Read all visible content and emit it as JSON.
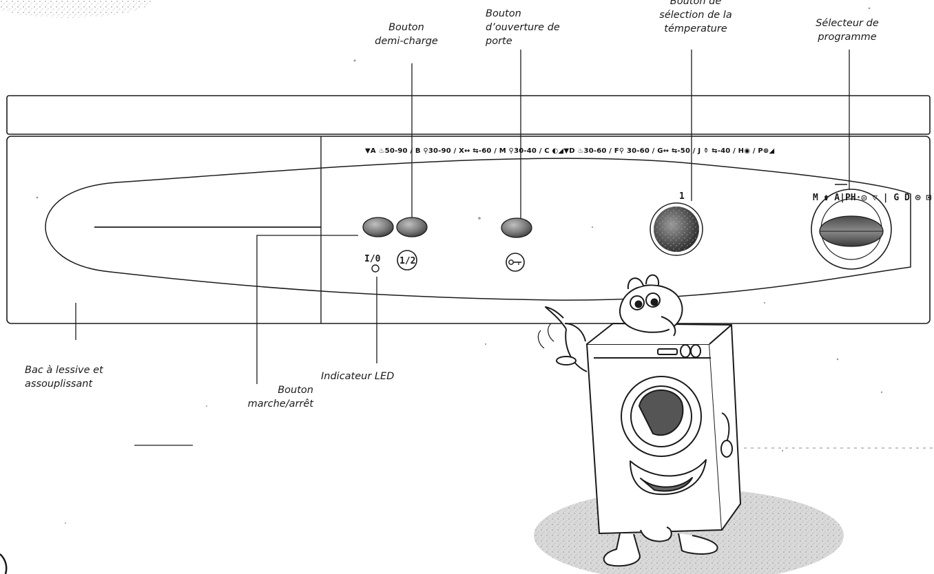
{
  "labels": {
    "half_load": [
      "Bouton",
      "demi-charge"
    ],
    "door_open": [
      "Bouton",
      "d’ouverture de",
      "porte"
    ],
    "temperature": [
      "Bouton de",
      "sélection de la",
      "témperature"
    ],
    "program": [
      "Sélecteur de",
      "programme"
    ],
    "detergent": [
      "Bac à lessive et",
      "assouplissant"
    ],
    "power": [
      "Bouton",
      "marche/arrêt"
    ],
    "led": [
      "Indicateur LED"
    ]
  },
  "panel": {
    "program_strip": "▼A ♨50-90 / B ⚲30-90 / X↔ ⇆-60 / M ⚲30-40 / C ◐◢▼D ♨30-60 / F⚲ 30-60 / G↔ ⇆-50 / J ⚱ ⇆-40 / H◉ / P⊕◢",
    "power_marking": "I/0",
    "half_load_marking": "1/2",
    "temperature_tick": "1",
    "dial_ring_text": "M  ⚱  A|PH·◎  ▽  |  G  D  ⊙  ⊡  ◁"
  },
  "colors": {
    "line": "#1a1a1a",
    "button_fill": "#8a8a8a",
    "button_dark": "#4a4a4a",
    "shadow": "#c8c8c8",
    "speckle": "#b0b0b0"
  },
  "icons": [
    "key-icon",
    "mascot-washing-machine",
    "floor-shadow"
  ]
}
